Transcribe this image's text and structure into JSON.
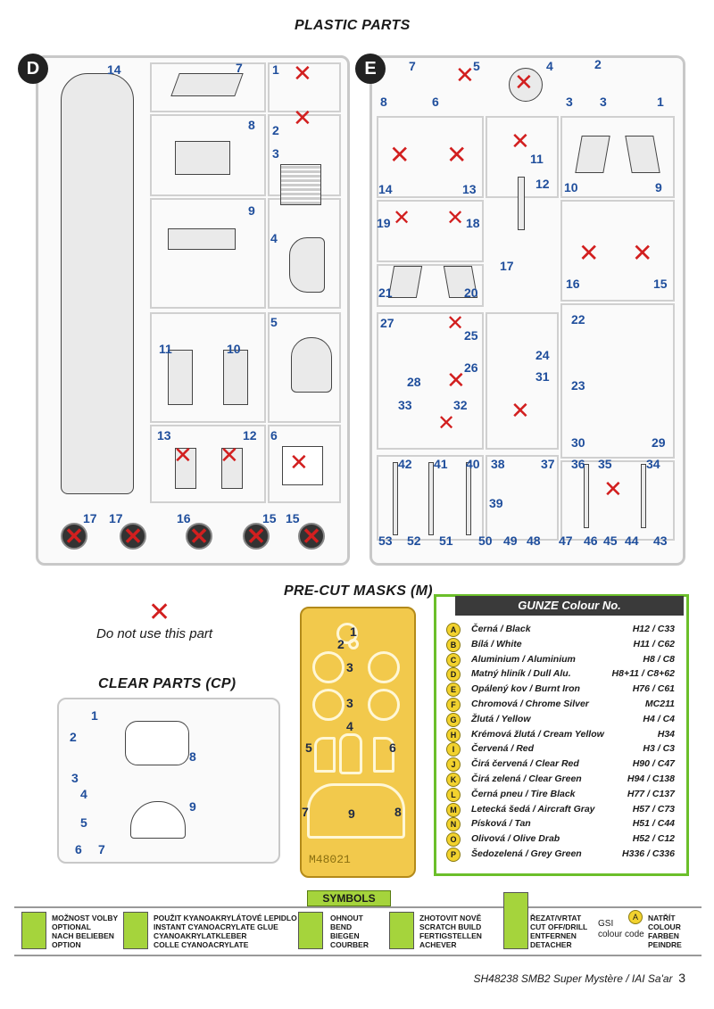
{
  "titles": {
    "plastic": "PLASTIC PARTS",
    "masks": "PRE-CUT MASKS (M)",
    "clear": "CLEAR PARTS (CP)",
    "do_not_use": "Do not use this part"
  },
  "sprue_d": {
    "letter": "D",
    "labels": [
      "14",
      "7",
      "1",
      "2",
      "8",
      "3",
      "9",
      "4",
      "5",
      "11",
      "10",
      "13",
      "12",
      "6",
      "17",
      "17",
      "16",
      "15",
      "15"
    ]
  },
  "sprue_e": {
    "letter": "E",
    "labels": [
      "7",
      "5",
      "4",
      "2",
      "8",
      "6",
      "3",
      "3",
      "1",
      "11",
      "12",
      "14",
      "13",
      "10",
      "9",
      "19",
      "18",
      "17",
      "21",
      "20",
      "16",
      "15",
      "27",
      "25",
      "22",
      "28",
      "26",
      "24",
      "31",
      "23",
      "33",
      "32",
      "30",
      "29",
      "42",
      "41",
      "40",
      "38",
      "37",
      "36",
      "35",
      "34",
      "39",
      "53",
      "52",
      "51",
      "50",
      "49",
      "48",
      "47",
      "46",
      "45",
      "44",
      "43"
    ]
  },
  "masks": {
    "labels": [
      "1",
      "2",
      "3",
      "3",
      "4",
      "5",
      "6",
      "7",
      "9",
      "8"
    ],
    "sheet_code": "M48021"
  },
  "clear_parts": {
    "labels": [
      "1",
      "2",
      "3",
      "4",
      "5",
      "6",
      "7",
      "8",
      "9"
    ]
  },
  "gunze": {
    "title": "GUNZE Colour No.",
    "colours": [
      {
        "key": "A",
        "name": "Černá / Black",
        "code": "H12 / C33"
      },
      {
        "key": "B",
        "name": "Bílá / White",
        "code": "H11 / C62"
      },
      {
        "key": "C",
        "name": "Aluminium / Aluminium",
        "code": "H8 / C8"
      },
      {
        "key": "D",
        "name": "Matný hliník / Dull Alu.",
        "code": "H8+11 / C8+62"
      },
      {
        "key": "E",
        "name": "Opálený kov / Burnt Iron",
        "code": "H76 / C61"
      },
      {
        "key": "F",
        "name": "Chromová / Chrome Silver",
        "code": "MC211"
      },
      {
        "key": "G",
        "name": "Žlutá / Yellow",
        "code": "H4 / C4"
      },
      {
        "key": "H",
        "name": "Krémová žlutá / Cream Yellow",
        "code": "H34"
      },
      {
        "key": "I",
        "name": "Červená / Red",
        "code": "H3 / C3"
      },
      {
        "key": "J",
        "name": "Čirá červená / Clear Red",
        "code": "H90 / C47"
      },
      {
        "key": "K",
        "name": "Čirá zelená / Clear Green",
        "code": "H94 / C138"
      },
      {
        "key": "L",
        "name": "Černá pneu / Tire Black",
        "code": "H77 / C137"
      },
      {
        "key": "M",
        "name": "Letecká šedá / Aircraft Gray",
        "code": "H57 / C73"
      },
      {
        "key": "N",
        "name": "Písková / Tan",
        "code": "H51 / C44"
      },
      {
        "key": "O",
        "name": "Olivová / Olive Drab",
        "code": "H52 / C12"
      },
      {
        "key": "P",
        "name": "Šedozelená / Grey Green",
        "code": "H336 / C336"
      }
    ]
  },
  "symbols": {
    "head": "SYMBOLS",
    "items": [
      {
        "text": "MOŽNOST VOLBY\nOPTIONAL\nNACH BELIEBEN\nOPTION"
      },
      {
        "text": "POUŽIT KYANOAKRYLÁTOVÉ LEPIDLO\nINSTANT CYANOACRYLATE GLUE\nCYANOAKRYLATKLEBER\nCOLLE CYANOACRYLATE"
      },
      {
        "text": "OHNOUT\nBEND\nBIEGEN\nCOURBER"
      },
      {
        "text": "ZHOTOVIT NOVĚ\nSCRATCH BUILD\nFERTIGSTELLEN\nACHEVER"
      },
      {
        "text": "ŘEZAT/VRTAT\nCUT OFF/DRILL\nENTFERNEN\nDETACHER"
      },
      {
        "text": "GSI\ncolour code"
      },
      {
        "text": "NATŘÍT\nCOLOUR\nFARBEN\nPEINDRE"
      }
    ]
  },
  "footer": {
    "kit": "SH48238 SMB2 Super Mystère / IAI Sa'ar",
    "page": "3"
  }
}
